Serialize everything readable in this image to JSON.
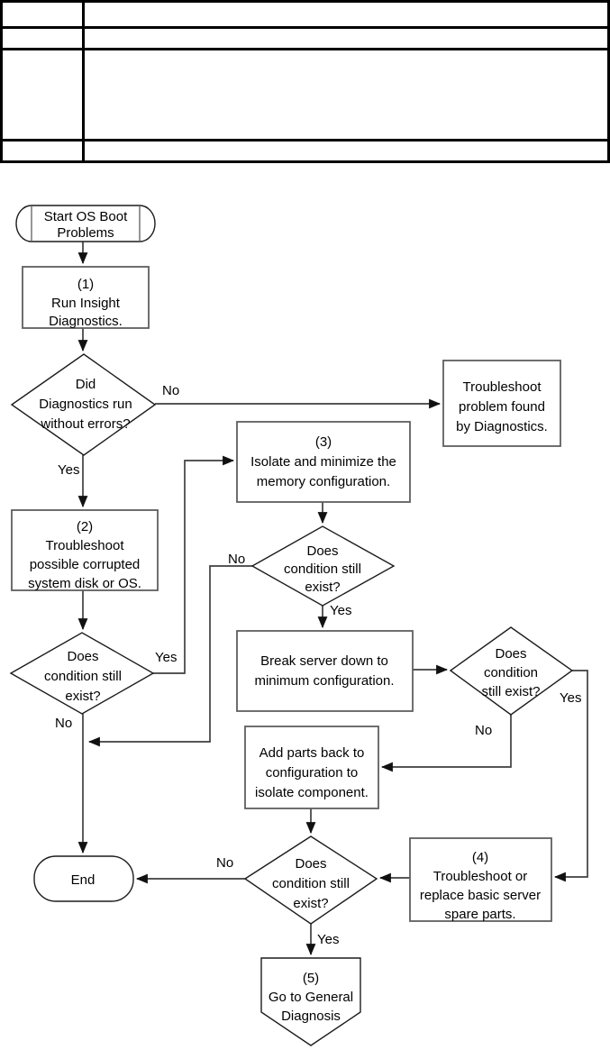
{
  "table": {
    "rows": [
      [
        "",
        ""
      ],
      [
        "",
        ""
      ],
      [
        "",
        ""
      ],
      [
        "",
        ""
      ]
    ]
  },
  "flowchart": {
    "nodes": {
      "start": {
        "type": "terminator",
        "lines": [
          "Start OS Boot",
          "Problems"
        ]
      },
      "run_diagnostics": {
        "type": "process",
        "lines": [
          "(1)",
          "Run Insight",
          "Diagnostics."
        ]
      },
      "diag_ran_ok": {
        "type": "decision",
        "lines": [
          "Did",
          "Diagnostics run",
          "without errors?"
        ]
      },
      "troubleshoot_found": {
        "type": "process",
        "lines": [
          "Troubleshoot",
          "problem found",
          "by Diagnostics."
        ]
      },
      "corrupted_disk": {
        "type": "process",
        "lines": [
          "(2)",
          "Troubleshoot",
          "possible corrupted",
          "system disk or OS."
        ]
      },
      "condition1": {
        "type": "decision",
        "lines": [
          "Does",
          "condition still",
          "exist?"
        ]
      },
      "isolate_memory": {
        "type": "process",
        "lines": [
          "(3)",
          "Isolate and minimize the",
          "memory configuration."
        ]
      },
      "condition2": {
        "type": "decision",
        "lines": [
          "Does",
          "condition still",
          "exist?"
        ]
      },
      "break_server": {
        "type": "process",
        "lines": [
          "Break server down to",
          "minimum configuration."
        ]
      },
      "condition3": {
        "type": "decision",
        "lines": [
          "Does",
          "condition",
          "still exist?"
        ]
      },
      "add_parts": {
        "type": "process",
        "lines": [
          "Add parts back to",
          "configuration to",
          "isolate component."
        ]
      },
      "replace_parts": {
        "type": "process",
        "lines": [
          "(4)",
          "Troubleshoot or",
          "replace basic server",
          "spare parts."
        ]
      },
      "condition4": {
        "type": "decision",
        "lines": [
          "Does",
          "condition still",
          "exist?"
        ]
      },
      "end": {
        "type": "terminator",
        "lines": [
          "End"
        ]
      },
      "general_diagnosis": {
        "type": "offpage-connector",
        "lines": [
          "(5)",
          "Go to General",
          "Diagnosis"
        ]
      }
    },
    "labels": {
      "d1_no": "No",
      "d1_yes": "Yes",
      "d2_yes": "Yes",
      "d2_no": "No",
      "d3_no": "No",
      "d3_yes": "Yes",
      "d4_yes": "Yes",
      "d4_no": "No",
      "d5_no": "No",
      "d5_yes": "Yes"
    },
    "colors": {
      "process_border": "#5f5f5f",
      "shape_border": "#1c1c1c",
      "connector": "#3f3f3f",
      "arrowhead": "#111111",
      "text": "#000000",
      "table_border": "#000000",
      "background": "#ffffff"
    }
  }
}
